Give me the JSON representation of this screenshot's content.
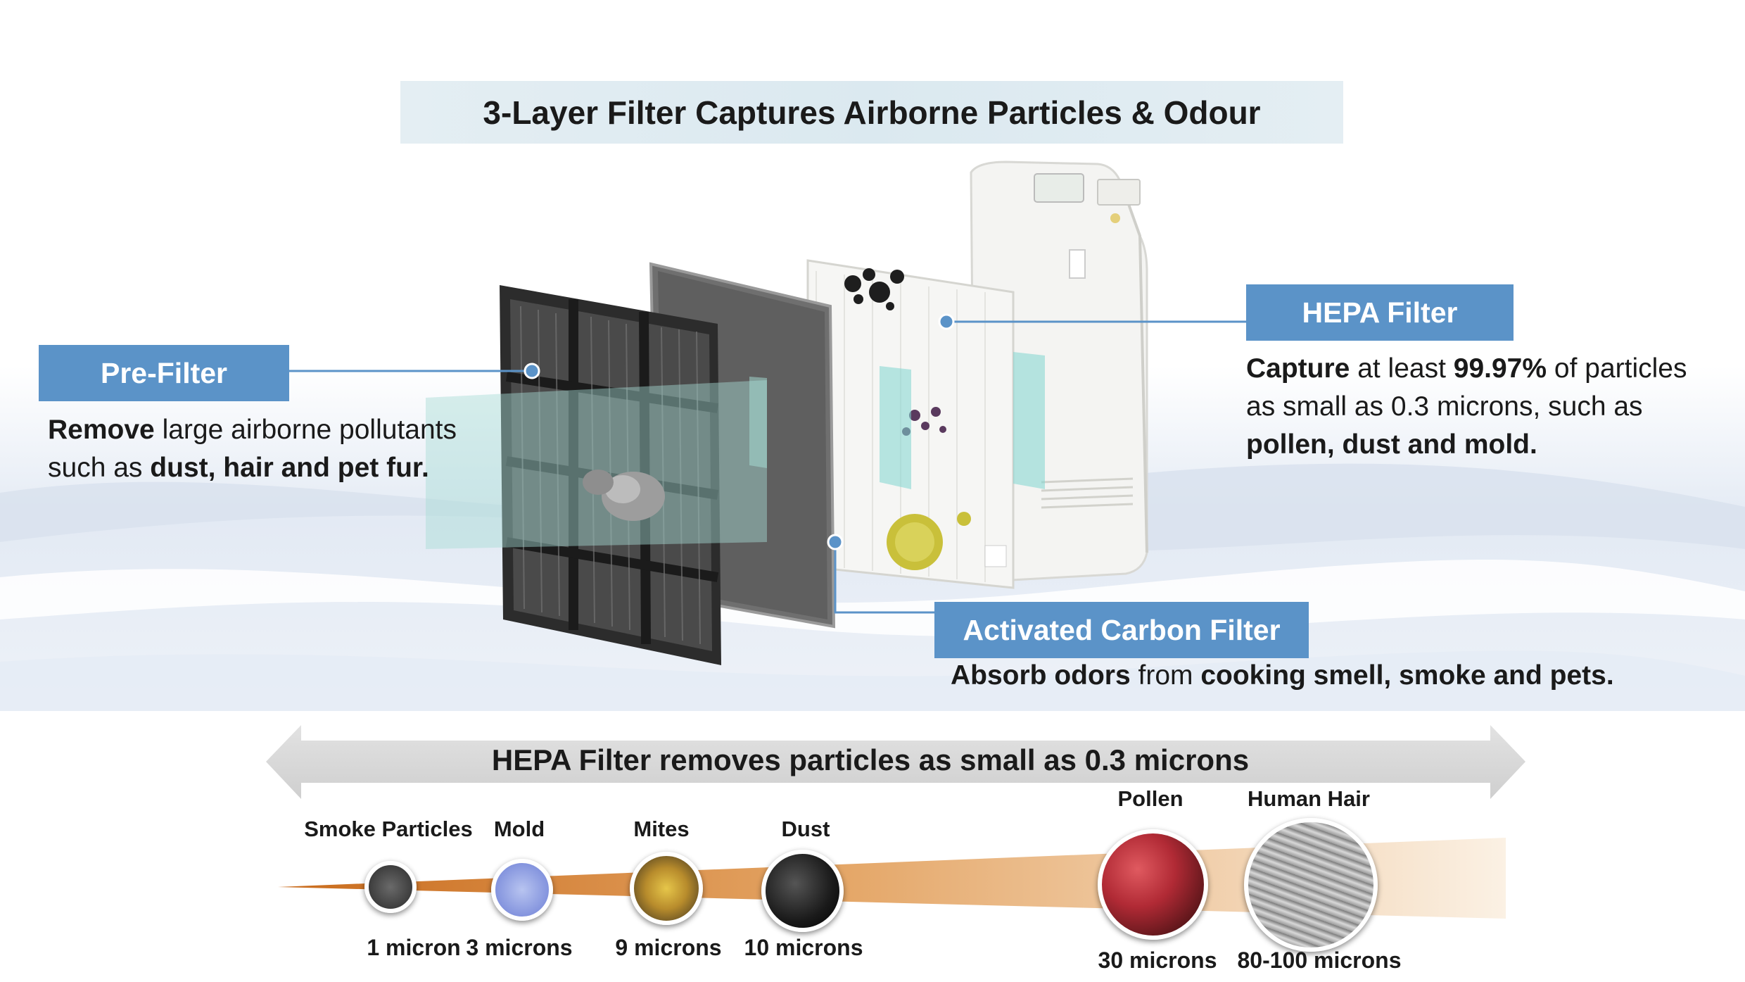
{
  "title": "3-Layer Filter Captures Airborne Particles & Odour",
  "layers": {
    "prefilter": {
      "label": "Pre-Filter",
      "desc_bold1": "Remove",
      "desc_text1": " large airborne pollutants",
      "desc_text2": "such as ",
      "desc_bold2": "dust, hair and pet fur."
    },
    "hepa": {
      "label": "HEPA Filter",
      "desc_bold1": "Capture",
      "desc_text1": " at least ",
      "desc_bold2": "99.97%",
      "desc_text2": " of particles",
      "desc_text3": "as small as 0.3 microns, such as",
      "desc_bold3": "pollen, dust and mold."
    },
    "carbon": {
      "label": "Activated Carbon Filter",
      "desc_bold1": "Absorb odors",
      "desc_text1": " from ",
      "desc_bold2": "cooking smell, smoke and pets."
    }
  },
  "scale": {
    "caption": "HEPA Filter removes particles as small as 0.3 microns",
    "particles": [
      {
        "name": "Smoke Particles",
        "size": "1 micron"
      },
      {
        "name": "Mold",
        "size": "3 microns"
      },
      {
        "name": "Mites",
        "size": "9 microns"
      },
      {
        "name": "Dust",
        "size": "10 microns"
      },
      {
        "name": "Pollen",
        "size": "30 microns"
      },
      {
        "name": "Human Hair",
        "size": "80-100 microns"
      }
    ]
  },
  "colors": {
    "tag_blue": "#5b93c8",
    "leader_blue": "#5b93c8",
    "wedge_orange": "#d98a3c",
    "arrow_grey": "#d6d6d6"
  }
}
